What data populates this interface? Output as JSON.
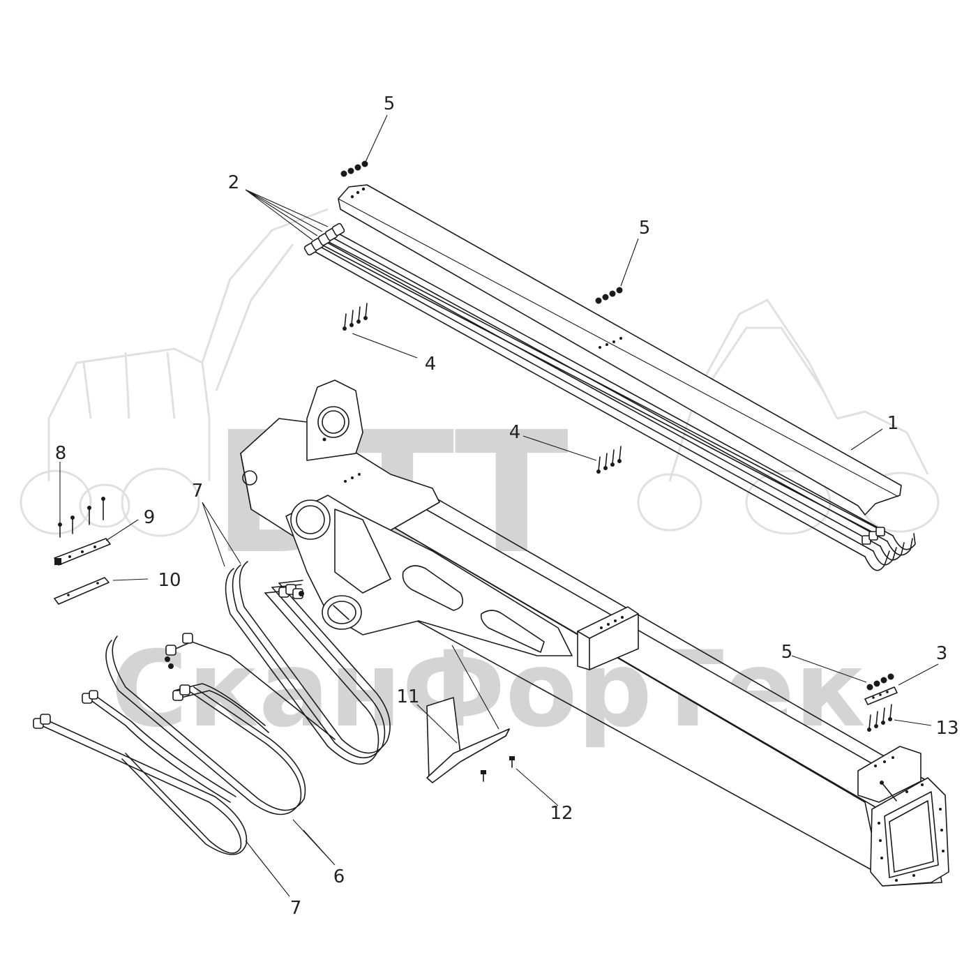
{
  "watermark": {
    "logo_text": "БТТ",
    "brand_text": "СканФорТек",
    "color": "#d4d4d4"
  },
  "callouts": [
    {
      "id": "c5a",
      "label": "5"
    },
    {
      "id": "c2",
      "label": "2"
    },
    {
      "id": "c5b",
      "label": "5"
    },
    {
      "id": "c4a",
      "label": "4"
    },
    {
      "id": "c1",
      "label": "1"
    },
    {
      "id": "c4b",
      "label": "4"
    },
    {
      "id": "c8",
      "label": "8"
    },
    {
      "id": "c9",
      "label": "9"
    },
    {
      "id": "c7a",
      "label": "7"
    },
    {
      "id": "c10",
      "label": "10"
    },
    {
      "id": "c5c",
      "label": "5"
    },
    {
      "id": "c3",
      "label": "3"
    },
    {
      "id": "c13",
      "label": "13"
    },
    {
      "id": "c11",
      "label": "11"
    },
    {
      "id": "c12",
      "label": "12"
    },
    {
      "id": "c6",
      "label": "6"
    },
    {
      "id": "c7b",
      "label": "7"
    }
  ]
}
